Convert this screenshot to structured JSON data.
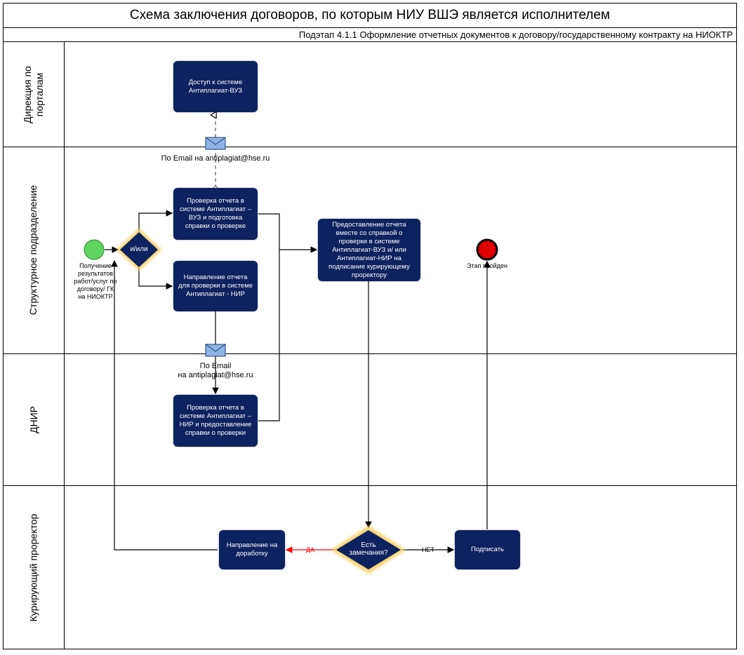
{
  "title": "Схема заключения договоров, по которым НИУ ВШЭ является исполнителем",
  "subtitle": "Подэтап 4.1.1 Оформление отчетных документов к договору/государственному контракту на НИОКТР",
  "lanes": [
    {
      "label": "Дирекция по\nпорталам"
    },
    {
      "label": "Структурное подразделение"
    },
    {
      "label": "ДНИР"
    },
    {
      "label": "Курирующий проректор"
    }
  ],
  "tasks": {
    "access": "Доступ к системе Антиплагиат-ВУЗ",
    "check_vuz": "Проверка отчета в системе Антиплагиат – ВУЗ и подготовка справки о проверке",
    "send_nir": "Направление отчета для проверки в системе Антиплагиат - НИР",
    "submit": "Предоставление отчета вместе со справкой о проверки в системе Антиплагиат-ВУЗ и/ или Антиплагиат-НИР на подписание курирующему проректору",
    "check_nir": "Проверка отчета в системе Антиплагиат – НИР и предоставление справки о проверки",
    "rework": "Направление на доработку",
    "sign": "Подписать"
  },
  "events": {
    "start": "Получение результатов работ/услуг по договору/ ГК на НИОКТР",
    "end": "Этап пройден"
  },
  "gateways": {
    "and_or": "и/или",
    "remarks": "Есть замечания?"
  },
  "messages": {
    "email1": "По Email на antiplagiat@hse.ru",
    "email2_line1": "По Email",
    "email2_line2": "на antiplagiat@hse.ru"
  },
  "flow_labels": {
    "yes": "ДА",
    "no": "НЕТ"
  },
  "colors": {
    "task": "#0d2260",
    "start": "#5fd35f",
    "end": "#e00000",
    "gateway_glow": "#f5d26a",
    "yes_arrow": "#ff0000"
  }
}
